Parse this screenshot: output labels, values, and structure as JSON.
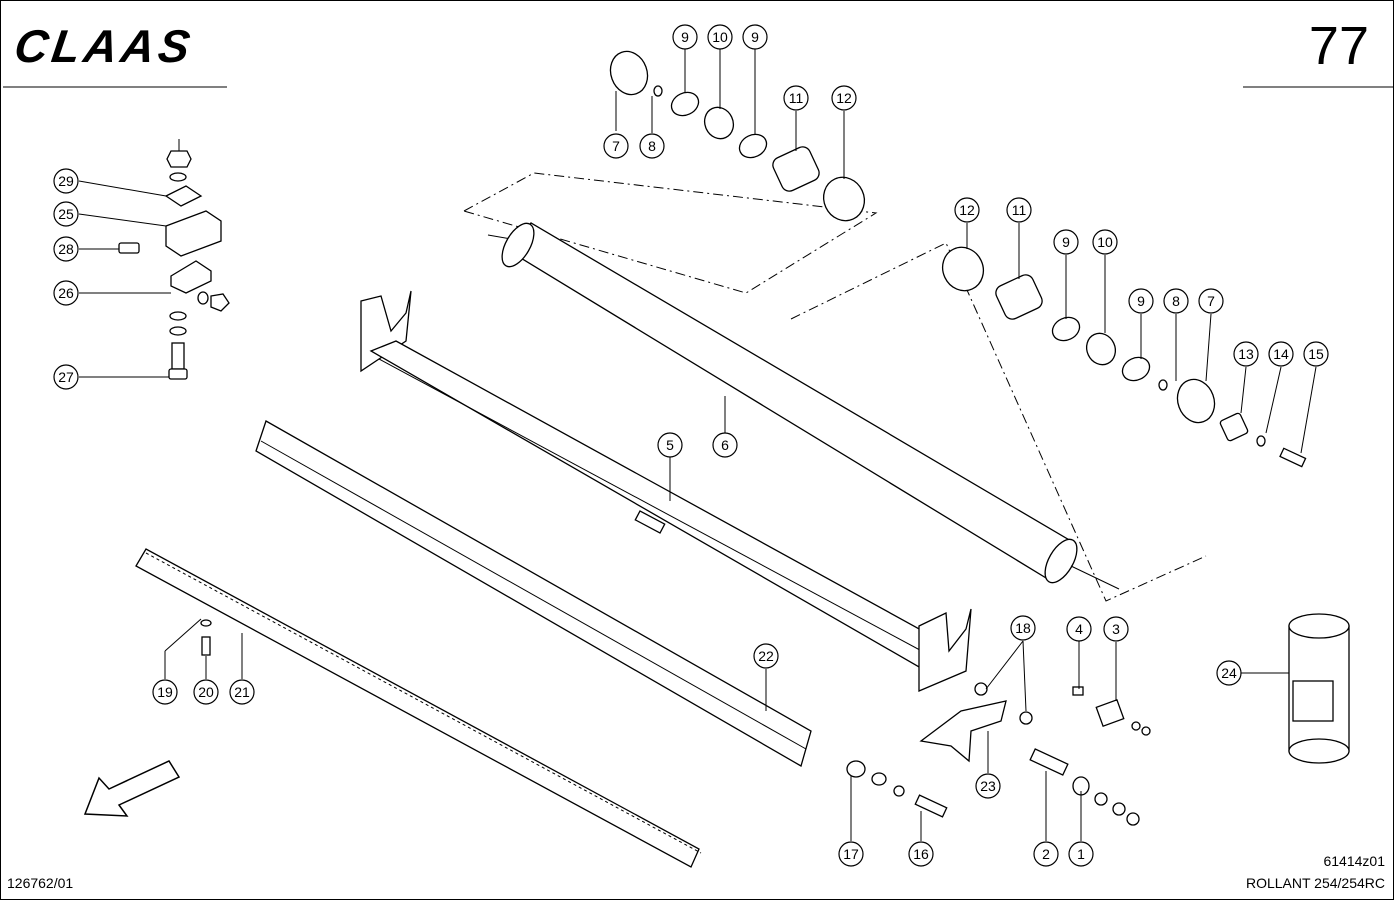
{
  "header": {
    "brand": "CLAAS",
    "page_number": "77"
  },
  "footer": {
    "doc_number": "126762/01",
    "drawing_code": "61414z01",
    "model": "ROLLANT 254/254RC"
  },
  "callouts": [
    "1",
    "2",
    "3",
    "4",
    "5",
    "6",
    "7",
    "8",
    "9",
    "10",
    "11",
    "12",
    "13",
    "14",
    "15",
    "16",
    "17",
    "18",
    "19",
    "20",
    "21",
    "22",
    "23",
    "24",
    "25",
    "26",
    "27",
    "28",
    "29"
  ]
}
